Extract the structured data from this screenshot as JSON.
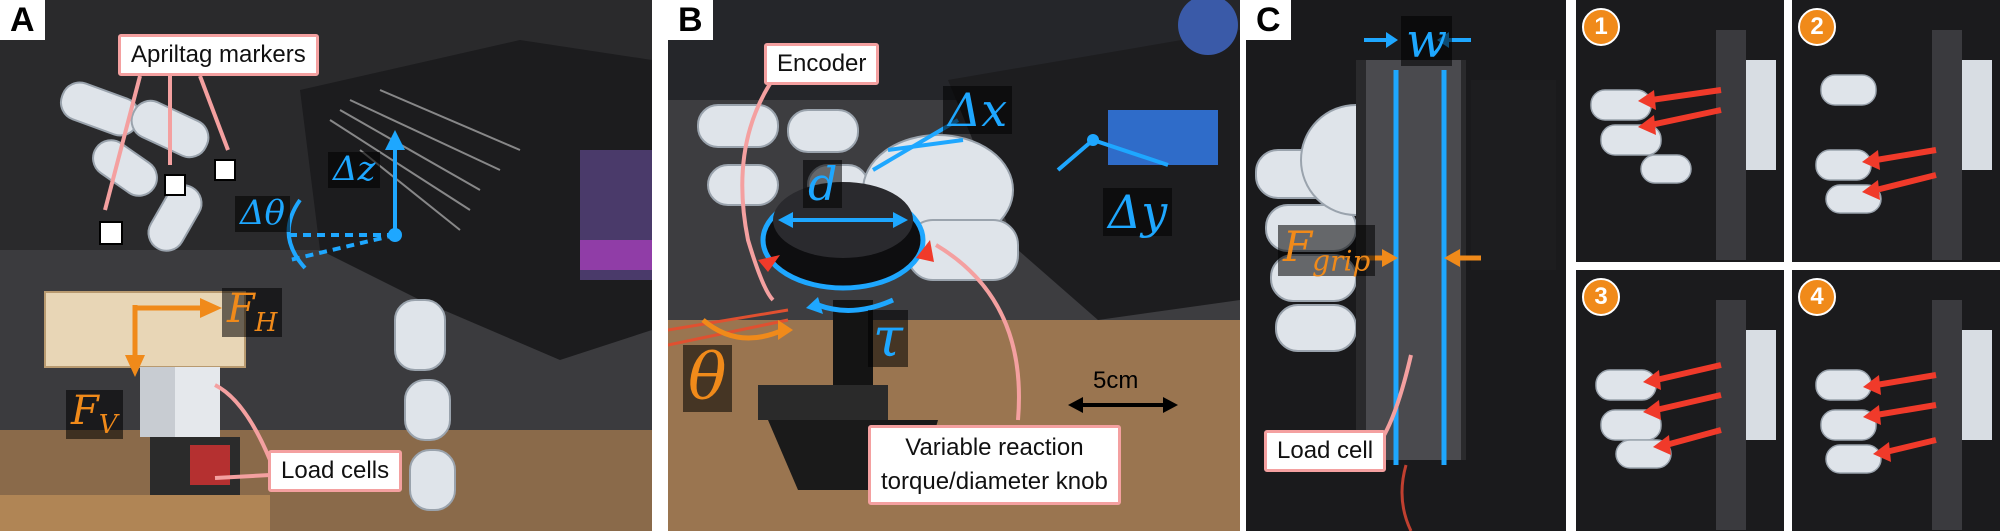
{
  "panels": {
    "a": {
      "letter": "A",
      "apriltag_label": "Apriltag markers",
      "loadcells_label": "Load cells",
      "delta_z": "Δz",
      "delta_theta": "Δθ",
      "force_h": "F",
      "force_h_sub": "H",
      "force_v": "F",
      "force_v_sub": "V"
    },
    "b": {
      "letter": "B",
      "encoder_label": "Encoder",
      "knob_label_line1": "Variable reaction",
      "knob_label_line2": "torque/diameter knob",
      "delta_x": "Δx",
      "delta_y": "Δy",
      "diameter": "d",
      "torque": "τ",
      "angle": "θ",
      "scale": "5cm"
    },
    "c": {
      "letter": "C",
      "width": "w",
      "force_grip": "F",
      "force_grip_sub": "grip",
      "loadcell_label": "Load cell",
      "steps": [
        "1",
        "2",
        "3",
        "4"
      ]
    }
  },
  "colors": {
    "accent_blue": "#1ea7ff",
    "accent_orange": "#f08a1a",
    "arrow_red": "#f03a2a",
    "callout_border": "#f4a0a0"
  }
}
